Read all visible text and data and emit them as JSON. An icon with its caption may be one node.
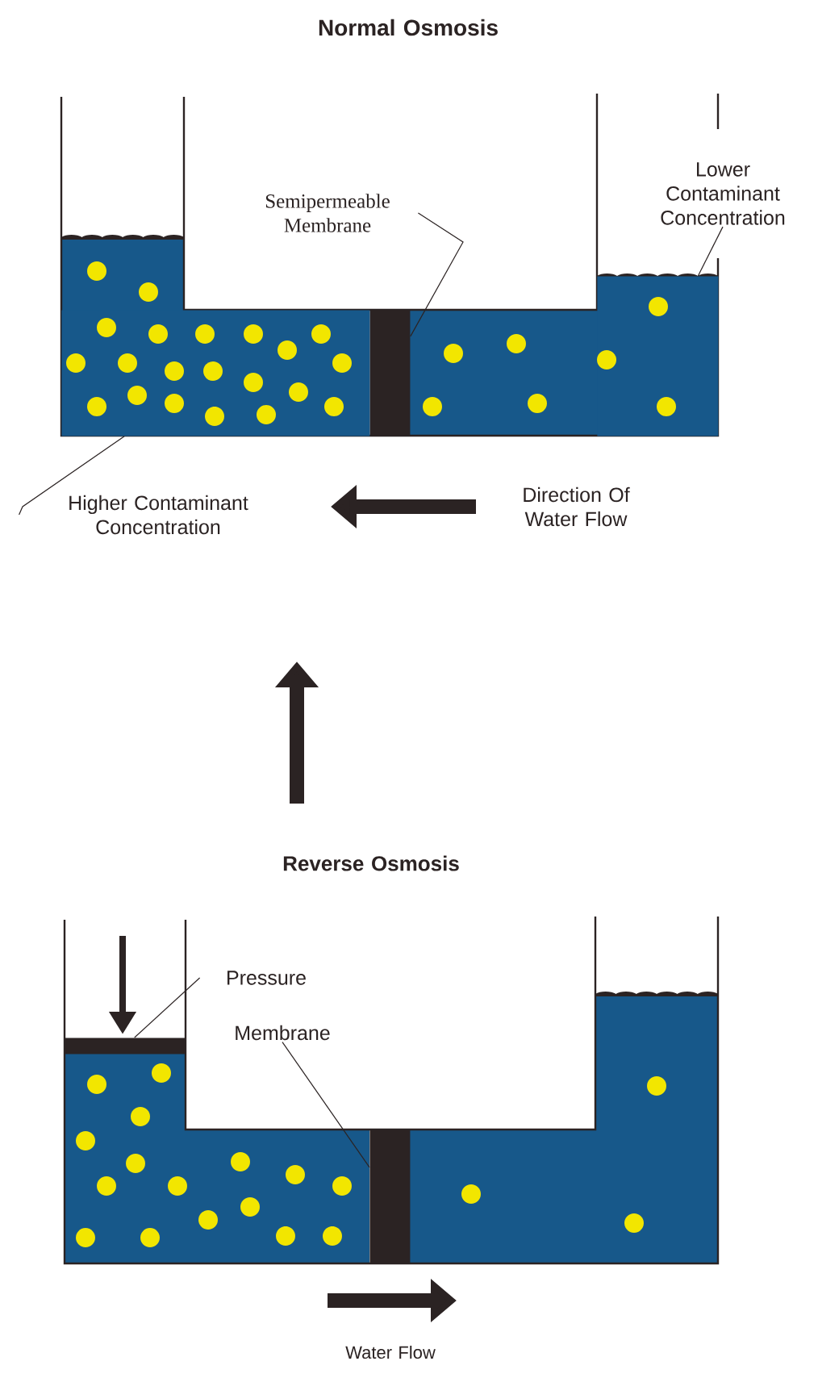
{
  "diagram": {
    "nodes": [
      {
        "text": [
          "Semipermeable Membrane"
        ]
      },
      {
        "text": [],
        "shape": "bar"
      },
      {
        "text": [
          "Higher Contaminant Concentration"
        ]
      },
      {
        "text": [],
        "shape": "box"
      },
      {
        "text": [
          "Lower Contaminant Concentration"
        ]
      },
      {
        "text": [],
        "shape": "box"
      },
      {
        "text": [
          "Pressure"
        ]
      },
      {
        "text": [],
        "shape": "bar"
      },
      {
        "text": [
          "Membrane"
        ]
      },
      {
        "text": [],
        "shape": "bar"
      }
    ],
    "edges": [
      {
        "from": 0,
        "to": 1,
        "arrow": "none"
      },
      {
        "from": 2,
        "to": 3,
        "arrow": "none"
      },
      {
        "from": 4,
        "to": 5,
        "arrow": "none"
      },
      {
        "from": 6,
        "to": 7,
        "arrow": "none"
      },
      {
        "from": 8,
        "to": 9,
        "arrow": "none"
      }
    ],
    "labels": [
      "Normal Osmosis",
      "Direction Of Water Flow",
      "Reverse Osmosis",
      "Water Flow"
    ]
  }
}
